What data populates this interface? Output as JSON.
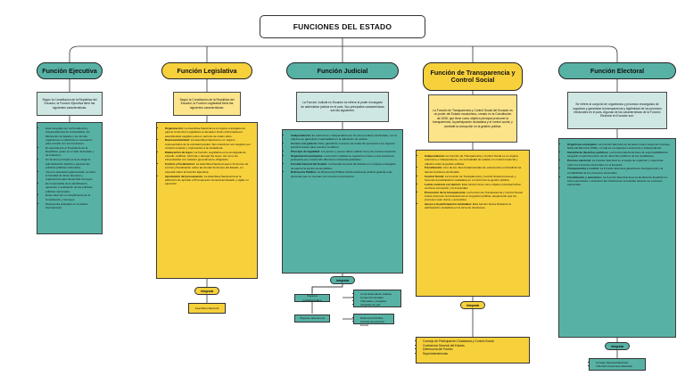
{
  "title": "FUNCIONES DEL ESTADO",
  "branches": [
    {
      "key": "ejecutiva",
      "heading": "Función Ejecutiva",
      "intro": "Según la Constitución de la República del Ecuador, la Función Ejecutiva tiene las siguientes características:",
      "items": [
        {
          "b": "",
          "t": "Está integrada por la Presidencia y Vicepresidencia de la República, los Ministerios de Estado y los demás organismos e instituciones necesarios para cumplir con sus funciones."
        },
        {
          "b": "",
          "t": "Es ejercida por el Presidente de la República, quien es el Jefe de Estado y de Gobierno."
        },
        {
          "b": "",
          "t": "Su función principal es la de dirigir la administración pública y ejecutar las políticas públicas nacionales."
        },
        {
          "b": "",
          "t": "Tiene la potestad reglamentaria, es decir, la facultad de dictar decretos y reglamentos para desarrollar las leyes."
        },
        {
          "b": "",
          "t": "Es responsable de la planificación, ejecución y evaluación de las políticas públicas nacionales."
        },
        {
          "b": "",
          "t": "Debe velar por el cumplimiento de la Constitución y las leyes."
        },
        {
          "b": "",
          "t": "Representa al Estado en el ámbito internacional."
        }
      ]
    },
    {
      "key": "legislativa",
      "heading": "Función Legislativa",
      "intro": "Según la Constitución de la República del Ecuador, la Función Legislativa tiene las siguientes características:",
      "items": [
        {
          "b": "Organización:",
          "t": " La Asamblea Nacional es el órgano encargado de ejercer la Función Legislativa en Ecuador. Está conformada por asambleístas elegidos para un período de cuatro años."
        },
        {
          "b": "Representatividad:",
          "t": " La Asamblea Nacional es un órgano representativo de la voluntad popular. Sus miembros son elegidos por votación popular y representan a la ciudadanía."
        },
        {
          "b": "Elaboración de leyes:",
          "t": " La Función Legislativa es la encargada de expedir, codificar, reformar y derogar las leyes, así como de interpretarlas con carácter generalmente obligatorio."
        },
        {
          "b": "Control y fiscalización:",
          "t": " La Asamblea Nacional ejerce funciones de control y fiscalización sobre las demás funciones del Estado, en especial sobre la Función Ejecutiva."
        },
        {
          "b": "Aprobación del presupuesto:",
          "t": " La Asamblea Nacional tiene la atribución de aprobar el Presupuesto General del Estado y vigilar su ejecución."
        }
      ],
      "pill": "Integrada",
      "sub": [
        "Asamblea Nacional"
      ]
    },
    {
      "key": "judicial",
      "heading": "Función Judicial",
      "intro": "La Función Judicial en Ecuador se refiere al poder encargado de administrar justicia en el país. Sus principales características son las siguientes:",
      "items": [
        {
          "b": "Independencia:",
          "t": " Es autónoma e independiente de los otros poderes del Estado, con el objetivo de garantizar imparcialidad en la aplicación de justicia."
        },
        {
          "b": "Acceso a la justicia:",
          "t": " Debe garantizar el acceso de todas las personas a los órganos jurisdiccionales para resolver conflictos."
        },
        {
          "b": "Principio de legalidad:",
          "t": " Los jueces y jueces deben aplicar la ley de manera imparcial."
        },
        {
          "b": "Organización jerárquica:",
          "t": " La Función Judicial se organiza en base a una estructura jerárquica que comprende diferentes instancias judiciales."
        },
        {
          "b": "Fiscalía General del Estado:",
          "t": " La Fiscalía General del Estado es el órgano encargado de ejercer la acción penal pública."
        },
        {
          "b": "Defensoría Pública:",
          "t": " La Defensoría Pública brinda asistencia jurídica gratuita a las personas que no cuentan con recursos económicos."
        }
      ],
      "pill": "Integrada",
      "groups": [
        {
          "label": "Órganos jurisdiccionales",
          "items": [
            "Corte Nacional de Justicia",
            "Cortes Provinciales",
            "Tribunales y juzgados",
            "Juzgados de paz"
          ]
        },
        {
          "label": "Órganos autónomos",
          "items": [
            "Defensoría Pública",
            "Fiscalía General del Estado"
          ]
        }
      ]
    },
    {
      "key": "transparencia",
      "heading": "Función de Transparencia y Control Social",
      "intro": "La Función de Transparencia y Control Social del Ecuador es un poder del Estado ecuatoriano, creado en la Constitución de 2008, que tiene como objetivo principal promover la transparencia, la participación ciudadana y el control social, y combatir la corrupción en la gestión pública.",
      "items": [
        {
          "b": "Independencia:",
          "t": " La Función de Transparencia y Control Social es un órgano autónomo e independiente, con la finalidad de realizar un control imparcial y objetivo sobre la gestión pública."
        },
        {
          "b": "Fiscalización:",
          "t": " Uno de los roles fundamentales de esta función es fiscalizar las demás funciones del Estado."
        },
        {
          "b": "Control Social:",
          "t": " La Función de Transparencia y Control Social promueve y fomenta la participación ciudadana en el control de la gestión pública."
        },
        {
          "b": "Lucha contra la corrupción:",
          "t": " Esta función tiene como objetivo principal luchar contra la corrupción y la impunidad."
        },
        {
          "b": "Promoción de la transparencia:",
          "t": " La Función de Transparencia y Control Social busca promover la transparencia en la gestión pública, asegurando que los procesos sean claros y accesibles."
        },
        {
          "b": "Apoyo a la participación ciudadana:",
          "t": " Esta función busca fortalecer la participación ciudadana en la toma de decisiones."
        }
      ],
      "pill": "Integrada",
      "sub": [
        "Consejo de Participación Ciudadana y Control Social",
        "Contraloría General del Estado",
        "Defensoría del Pueblo",
        "Superintendencias"
      ]
    },
    {
      "key": "electoral",
      "heading": "Función Electoral",
      "intro": "Se refiere al conjunto de organismos y procesos encargados de organizar y garantizar la transparencia y legitimidad de los procesos electorales en el país. Algunas de las características de la Función Electoral en Ecuador son:",
      "items": [
        {
          "b": "Organismo encargado:",
          "t": " La Función Electoral en Ecuador está a cargo del Consejo Nacional Electoral (CNE), el cual es el organismo autónomo e independiente."
        },
        {
          "b": "Garantía de derechos políticos:",
          "t": " La Función Electoral tiene la responsabilidad de asegurar el ejercicio pleno de los derechos políticos de los ciudadanos."
        },
        {
          "b": "Proceso electoral:",
          "t": " La Función Electoral se encarga de organizar y supervisar todos los procesos electorales en el Ecuador."
        },
        {
          "b": "Transparencia y control:",
          "t": " La Función Electoral garantiza la transparencia y la confiabilidad de los procesos electorales."
        },
        {
          "b": "Fiscalización y sanciones:",
          "t": " La Función Electoral tiene la facultad de fiscalizar los actos electorales y sancionar las infracciones cometidas durante los procesos electorales."
        }
      ],
      "pill": "Integrada",
      "sub": [
        "Consejo Nacional Electoral",
        "Tribunal Contencioso Electoral"
      ]
    }
  ]
}
